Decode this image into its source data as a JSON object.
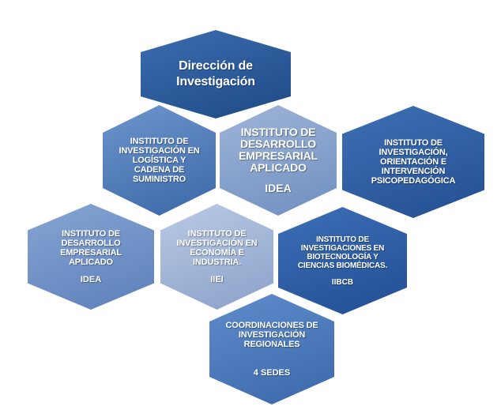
{
  "nodes": [
    {
      "title": "Dirección de Investigación",
      "abbr": null
    },
    {
      "title": "INSTITUTO DE INVESTIGACIÓN EN LOGÍSTICA Y CADENA DE SUMINISTRO",
      "abbr": null
    },
    {
      "title": "INSTITUTO DE DESARROLLO EMPRESARIAL APLICADO",
      "abbr": "IDEA"
    },
    {
      "title": "INSTITUTO DE INVESTIGACIÓN, ORIENTACIÓN E INTERVENCIÓN PSICOPEDAGÓGICA",
      "abbr": null
    },
    {
      "title": "INSTITUTO DE DESARROLLO EMPRESARIAL APLICADO",
      "abbr": "IDEA"
    },
    {
      "title": "INSTITUTO DE INVESTIGACIÓN EN ECONOMÍA E INDUSTRIA.",
      "abbr": "IIEI"
    },
    {
      "title": "INSTITUTO DE INVESTIGACIONES EN BIOTECNOLOGÍA Y CIENCIAS BIOMÉDICAS.",
      "abbr": "IIBCB"
    },
    {
      "title": "COORDINACIONES DE INVESTIGACIÓN REGIONALES",
      "abbr": "4 SEDES"
    }
  ]
}
